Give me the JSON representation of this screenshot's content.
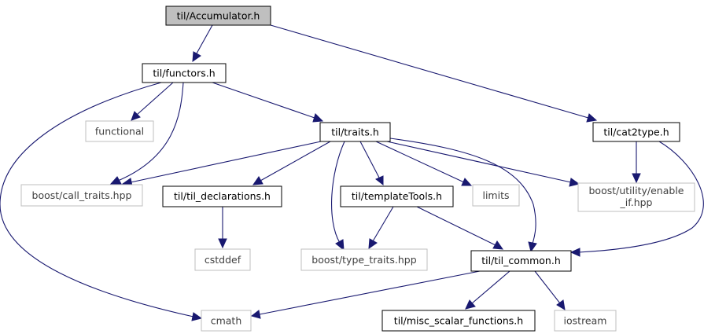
{
  "colors": {
    "edge": "#191970",
    "root_fill": "#bfbfbf",
    "node_border": "#000000",
    "external_border": "#bfbfbf",
    "external_text": "#404040"
  },
  "nodes": {
    "accumulator": {
      "label": "til/Accumulator.h",
      "kind": "root"
    },
    "functors": {
      "label": "til/functors.h",
      "kind": "local"
    },
    "cat2type": {
      "label": "til/cat2type.h",
      "kind": "local"
    },
    "functional": {
      "label": "functional",
      "kind": "external"
    },
    "traits": {
      "label": "til/traits.h",
      "kind": "local"
    },
    "call_traits": {
      "label": "boost/call_traits.hpp",
      "kind": "external"
    },
    "til_declarations": {
      "label": "til/til_declarations.h",
      "kind": "local"
    },
    "template_tools": {
      "label": "til/templateTools.h",
      "kind": "local"
    },
    "limits": {
      "label": "limits",
      "kind": "external"
    },
    "enable_if_1": {
      "label": "boost/utility/enable",
      "kind": "external"
    },
    "enable_if_2": {
      "label": "_if.hpp",
      "kind": "external"
    },
    "cstddef": {
      "label": "cstddef",
      "kind": "external"
    },
    "type_traits": {
      "label": "boost/type_traits.hpp",
      "kind": "external"
    },
    "til_common": {
      "label": "til/til_common.h",
      "kind": "local"
    },
    "cmath": {
      "label": "cmath",
      "kind": "external"
    },
    "misc_scalar": {
      "label": "til/misc_scalar_functions.h",
      "kind": "local"
    },
    "iostream": {
      "label": "iostream",
      "kind": "external"
    }
  }
}
